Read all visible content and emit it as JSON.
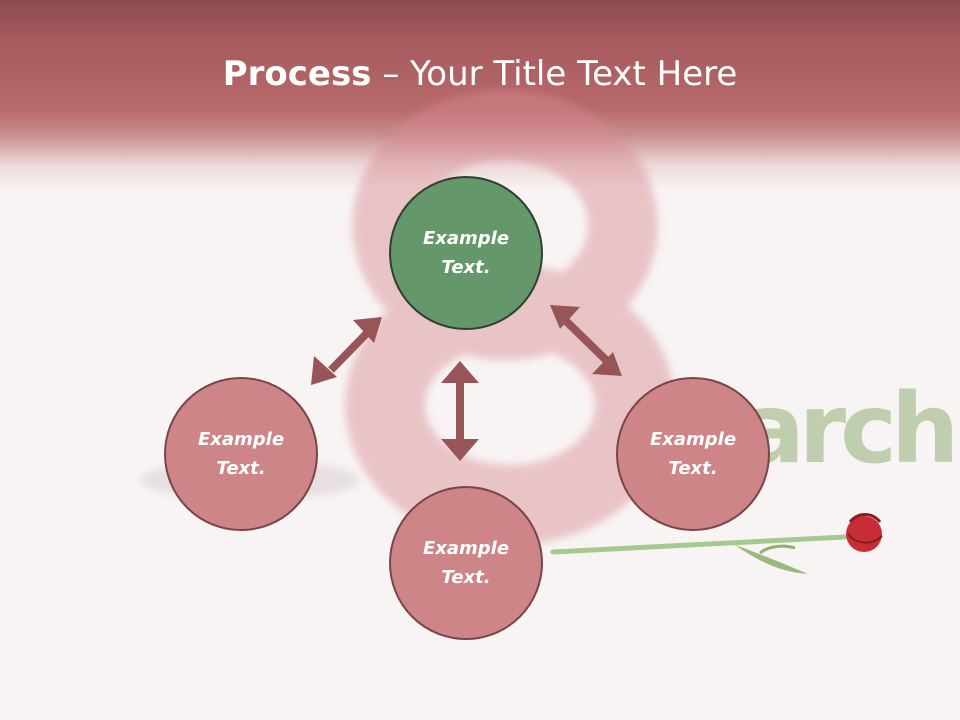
{
  "title": {
    "bold": "Process",
    "rest": " – Your Title Text Here"
  },
  "nodes": {
    "top": "Example Text.",
    "left": "Example Text.",
    "right": "Example Text.",
    "bottom": "Example Text."
  },
  "background": {
    "word": "arch"
  },
  "colors": {
    "header": "#b96a6b",
    "center_node": "#64976a",
    "outer_node": "#cd8587",
    "arrow": "#985558",
    "node_border": "#7b4448"
  }
}
